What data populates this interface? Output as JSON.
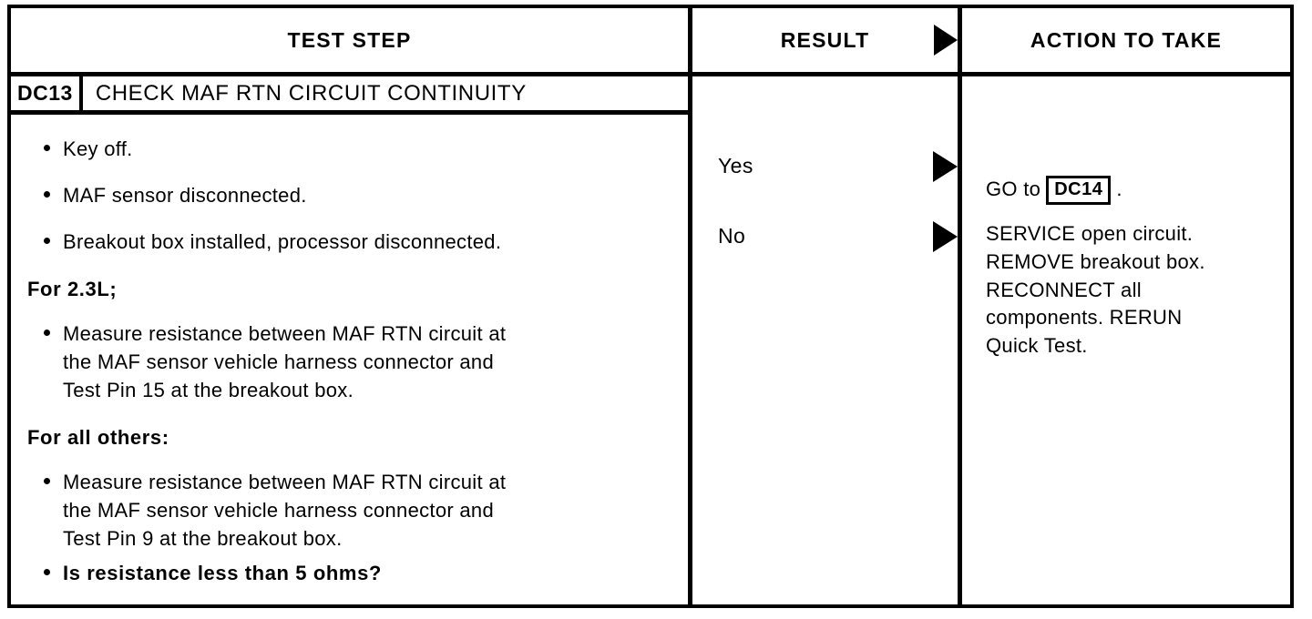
{
  "table": {
    "headers": {
      "test_step": "TEST STEP",
      "result": "RESULT",
      "action": "ACTION TO TAKE",
      "result_arrow_icon": "right-triangle-icon"
    },
    "step": {
      "code": "DC13",
      "title": "CHECK MAF RTN CIRCUIT CONTINUITY",
      "bullets": [
        "Key off.",
        "MAF sensor disconnected.",
        "Breakout box installed, processor disconnected."
      ],
      "section_23l": {
        "heading": "For 2.3L;",
        "bullet": "Measure resistance between MAF RTN circuit at\nthe MAF sensor vehicle harness connector and\nTest Pin 15 at the breakout box."
      },
      "section_others": {
        "heading": "For all others:",
        "bullet": "Measure resistance between MAF RTN circuit at\nthe MAF sensor vehicle harness connector and\nTest Pin 9 at the breakout box.",
        "question": "Is resistance less than 5 ohms?"
      }
    },
    "results": [
      {
        "label": "Yes",
        "arrow_icon": "right-triangle-icon"
      },
      {
        "label": "No",
        "arrow_icon": "right-triangle-icon"
      }
    ],
    "actions": {
      "yes": {
        "prefix": "GO to",
        "reference": "DC14",
        "suffix": "."
      },
      "no": {
        "text": "SERVICE open circuit.\nREMOVE breakout box.\nRECONNECT all\ncomponents. RERUN\nQuick Test."
      }
    }
  },
  "colors": {
    "ink": "#000000",
    "paper": "#ffffff"
  }
}
